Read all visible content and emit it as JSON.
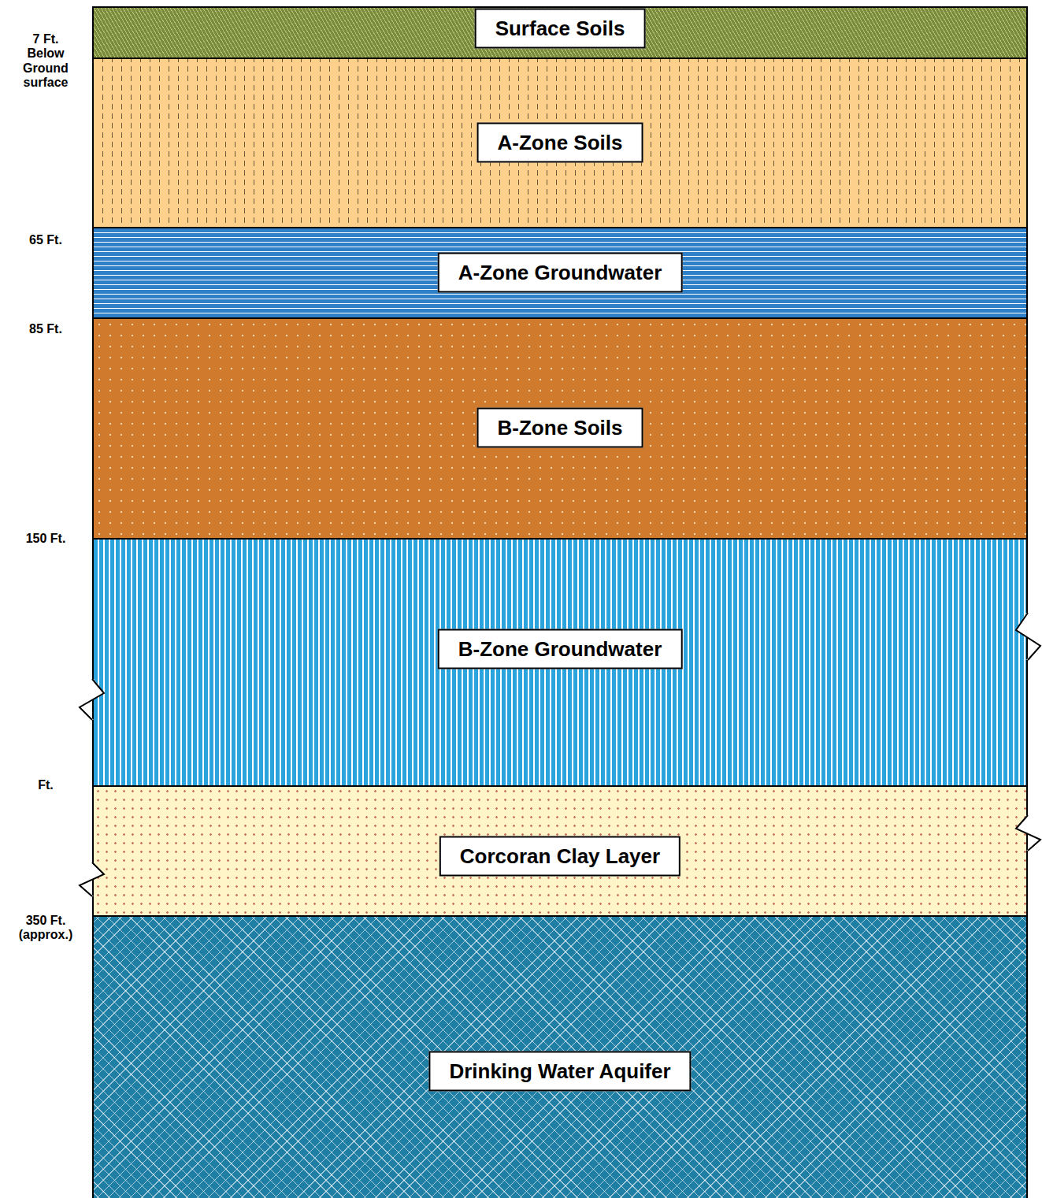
{
  "diagram": {
    "nodes": [
      {
        "text": [
          "Surface Soils"
        ]
      },
      {
        "text": [
          "A-Zone Soils"
        ]
      },
      {
        "text": [
          "A-Zone Groundwater"
        ]
      },
      {
        "text": [
          "B-Zone Soils"
        ]
      },
      {
        "text": [
          "B-Zone Groundwater"
        ]
      },
      {
        "text": [
          "Corcoran Clay Layer"
        ]
      },
      {
        "text": [
          "Drinking Water Aquifer"
        ]
      }
    ],
    "labels": [
      "7 Ft. Below Ground surface",
      "65 Ft.",
      "85 Ft.",
      "150 Ft.",
      "Ft.",
      "350 Ft. (approx.)"
    ]
  }
}
